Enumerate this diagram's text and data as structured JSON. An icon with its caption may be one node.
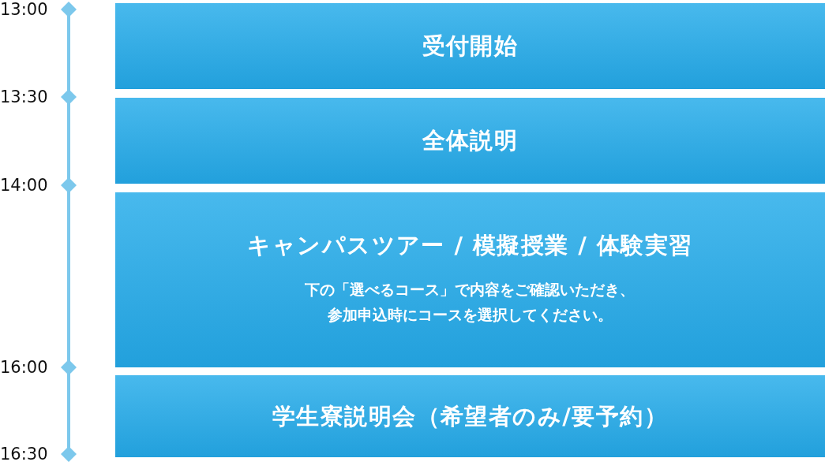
{
  "diagram": {
    "nodes": [
      {
        "text": [
          "受付開始"
        ]
      },
      {
        "text": [
          "全体説明"
        ]
      },
      {
        "text": [
          "キャンパスツアー / 模擬授業 / 体験実習",
          "下の「選べるコース」で内容をご確認いただき、参加申込時にコースを選択してください。"
        ]
      },
      {
        "text": [
          "学生寮説明会（希望者のみ/要予約）"
        ]
      }
    ],
    "edges": [],
    "labels": [
      "13:00",
      "13:30",
      "14:00",
      "16:00",
      "16:30"
    ]
  }
}
